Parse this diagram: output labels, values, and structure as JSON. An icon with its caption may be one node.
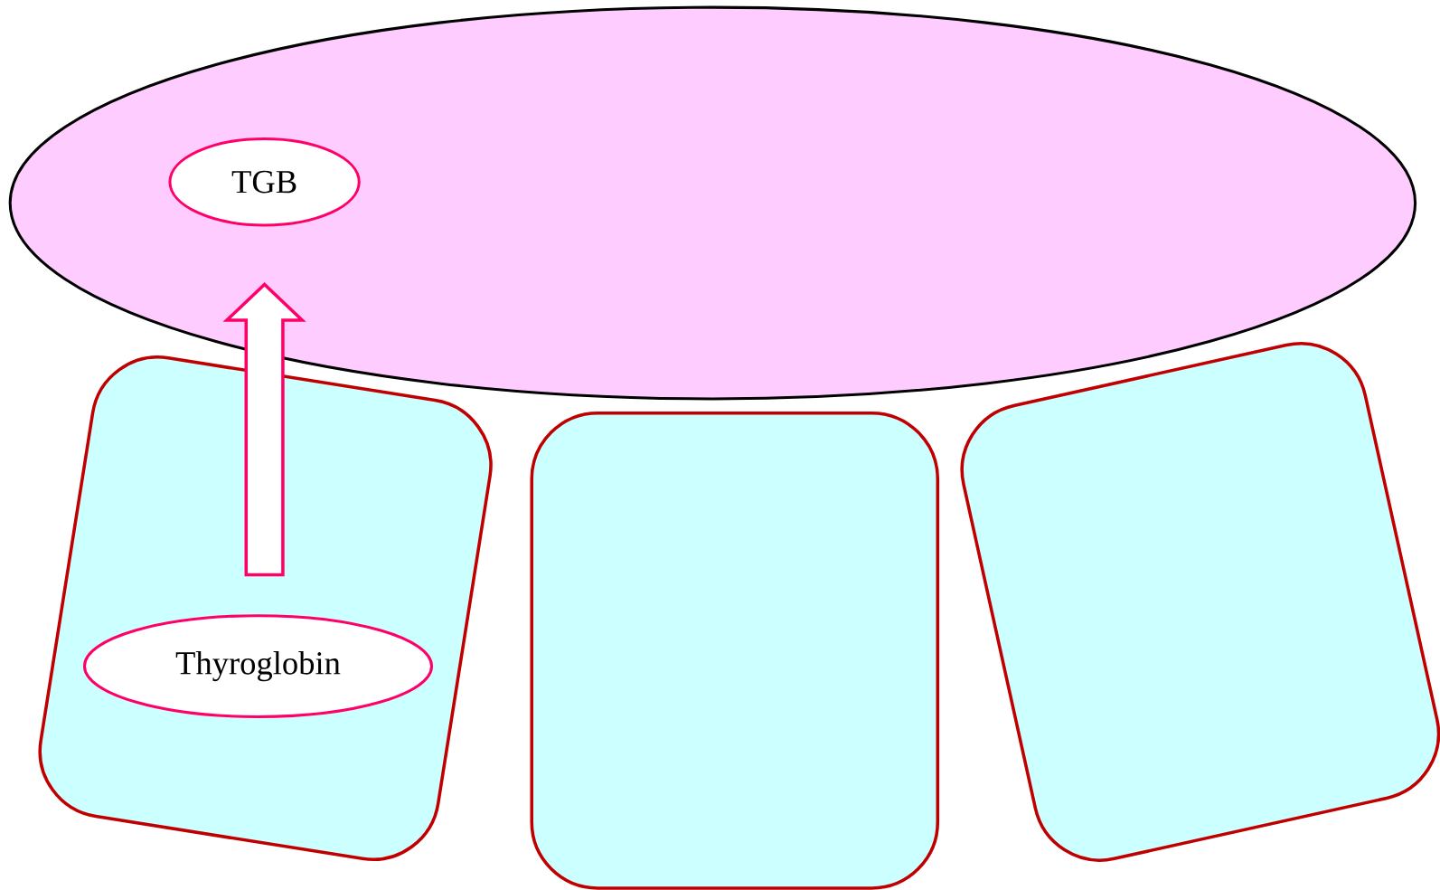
{
  "diagram": {
    "nodes": [
      {
        "text": [],
        "shape": "ellipse"
      },
      {
        "text": [
          "TGB"
        ],
        "in": 0
      },
      {
        "text": [],
        "shape": "box"
      },
      {
        "text": [
          "Thyroglobin"
        ],
        "in": 2
      },
      {
        "text": [],
        "shape": "box"
      },
      {
        "text": [],
        "shape": "box"
      }
    ],
    "edges": [
      {
        "from": 3,
        "to": 1,
        "arrow": "to",
        "style": "thick"
      }
    ]
  }
}
